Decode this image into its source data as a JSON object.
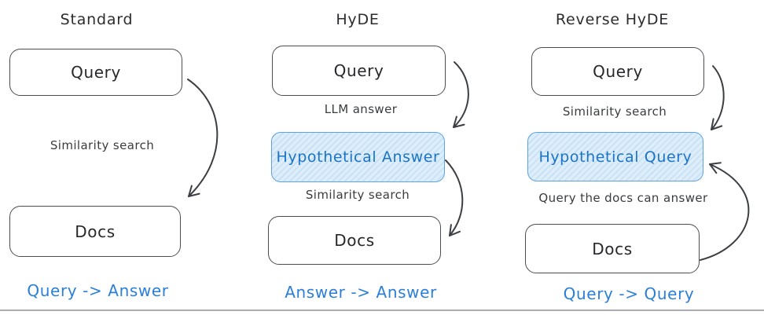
{
  "diagram": {
    "columns": [
      {
        "title": "Standard",
        "query_box": "Query",
        "edge_label_1": "Similarity search",
        "docs_box": "Docs",
        "summary": "Query -> Answer"
      },
      {
        "title": "HyDE",
        "query_box": "Query",
        "edge_label_1": "LLM answer",
        "highlight_box": "Hypothetical Answer",
        "edge_label_2": "Similarity search",
        "docs_box": "Docs",
        "summary": "Answer -> Answer"
      },
      {
        "title": "Reverse HyDE",
        "query_box": "Query",
        "edge_label_1": "Similarity search",
        "highlight_box": "Hypothetical Query",
        "edge_label_2": "Query the docs can answer",
        "docs_box": "Docs",
        "summary": "Query -> Query"
      }
    ],
    "colors": {
      "accent_blue": "#2b7fd9",
      "highlight_border": "#5ba3e3",
      "highlight_text": "#1b74c8",
      "highlight_bg": "#ddedfa",
      "highlight_stripe": "#c5dff5",
      "node_border": "#4a4d52",
      "arrow": "#3b3e42",
      "text_dark": "#2e3135",
      "divider": "#aaadb2"
    }
  }
}
